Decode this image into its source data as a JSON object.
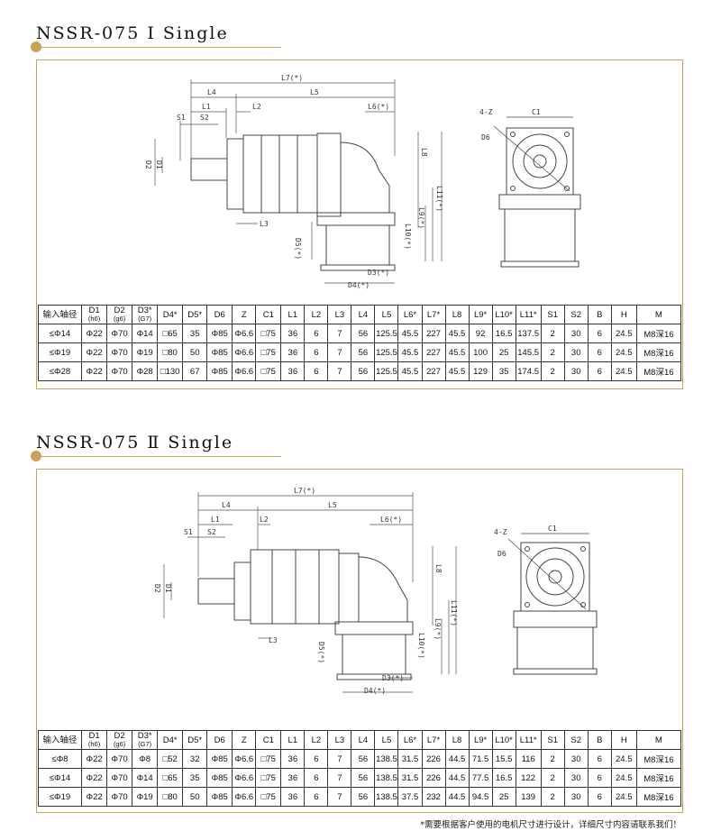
{
  "sections": [
    {
      "title": "NSSR-075 Ⅰ Single",
      "dims": {
        "L7": "L7(*)",
        "L4": "L4",
        "L5": "L5",
        "L1": "L1",
        "L2": "L2",
        "L6": "L6(*)",
        "S1": "S1",
        "S2": "S2",
        "L8": "L8",
        "L11": "L11(*)",
        "L9": "L9(*)",
        "L10": "L10(*)",
        "L3": "L3",
        "D1": "D1",
        "D2": "D2",
        "D5": "D5(*)",
        "D3": "D3(*)",
        "D4": "D4(*)",
        "C1": "C1",
        "Z": "4-Z",
        "D6": "D6"
      },
      "headers": [
        {
          "t": "输入轴径",
          "s": ""
        },
        {
          "t": "D1",
          "s": "(h6)"
        },
        {
          "t": "D2",
          "s": "(g6)"
        },
        {
          "t": "D3*",
          "s": "(G7)"
        },
        {
          "t": "D4*",
          "s": ""
        },
        {
          "t": "D5*",
          "s": ""
        },
        {
          "t": "D6",
          "s": ""
        },
        {
          "t": "Z",
          "s": ""
        },
        {
          "t": "C1",
          "s": ""
        },
        {
          "t": "L1",
          "s": ""
        },
        {
          "t": "L2",
          "s": ""
        },
        {
          "t": "L3",
          "s": ""
        },
        {
          "t": "L4",
          "s": ""
        },
        {
          "t": "L5",
          "s": ""
        },
        {
          "t": "L6*",
          "s": ""
        },
        {
          "t": "L7*",
          "s": ""
        },
        {
          "t": "L8",
          "s": ""
        },
        {
          "t": "L9*",
          "s": ""
        },
        {
          "t": "L10*",
          "s": ""
        },
        {
          "t": "L11*",
          "s": ""
        },
        {
          "t": "S1",
          "s": ""
        },
        {
          "t": "S2",
          "s": ""
        },
        {
          "t": "B",
          "s": ""
        },
        {
          "t": "H",
          "s": ""
        },
        {
          "t": "M",
          "s": ""
        }
      ],
      "rows": [
        [
          "≤Φ14",
          "Φ22",
          "Φ70",
          "Φ14",
          "□65",
          "35",
          "Φ85",
          "Φ6.6",
          "□75",
          "36",
          "6",
          "7",
          "56",
          "125.5",
          "45.5",
          "227",
          "45.5",
          "92",
          "16.5",
          "137.5",
          "2",
          "30",
          "6",
          "24.5",
          "M8深16"
        ],
        [
          "≤Φ19",
          "Φ22",
          "Φ70",
          "Φ19",
          "□80",
          "50",
          "Φ85",
          "Φ6.6",
          "□75",
          "36",
          "6",
          "7",
          "56",
          "125.5",
          "45.5",
          "227",
          "45.5",
          "100",
          "25",
          "145.5",
          "2",
          "30",
          "6",
          "24.5",
          "M8深16"
        ],
        [
          "≤Φ28",
          "Φ22",
          "Φ70",
          "Φ28",
          "□130",
          "67",
          "Φ85",
          "Φ6.6",
          "□75",
          "36",
          "6",
          "7",
          "56",
          "125.5",
          "45.5",
          "227",
          "45.5",
          "129",
          "35",
          "174.5",
          "2",
          "30",
          "6",
          "24.5",
          "M8深16"
        ]
      ]
    },
    {
      "title": "NSSR-075 Ⅱ Single",
      "dims": {
        "L7": "L7(*)",
        "L4": "L4",
        "L5": "L5",
        "L1": "L1",
        "L2": "L2",
        "L6": "L6(*)",
        "S1": "S1",
        "S2": "S2",
        "L8": "L8",
        "L11": "L11(*)",
        "L9": "L9(*)",
        "L10": "L10(*)",
        "L3": "L3",
        "D1": "D1",
        "D2": "D2",
        "D5": "D5(*)",
        "D3": "D3(*)",
        "D4": "D4(*)",
        "C1": "C1",
        "Z": "4-Z",
        "D6": "D6"
      },
      "headers": [
        {
          "t": "输入轴径",
          "s": ""
        },
        {
          "t": "D1",
          "s": "(h6)"
        },
        {
          "t": "D2",
          "s": "(g6)"
        },
        {
          "t": "D3*",
          "s": "(G7)"
        },
        {
          "t": "D4*",
          "s": ""
        },
        {
          "t": "D5*",
          "s": ""
        },
        {
          "t": "D6",
          "s": ""
        },
        {
          "t": "Z",
          "s": ""
        },
        {
          "t": "C1",
          "s": ""
        },
        {
          "t": "L1",
          "s": ""
        },
        {
          "t": "L2",
          "s": ""
        },
        {
          "t": "L3",
          "s": ""
        },
        {
          "t": "L4",
          "s": ""
        },
        {
          "t": "L5",
          "s": ""
        },
        {
          "t": "L6*",
          "s": ""
        },
        {
          "t": "L7*",
          "s": ""
        },
        {
          "t": "L8",
          "s": ""
        },
        {
          "t": "L9*",
          "s": ""
        },
        {
          "t": "L10*",
          "s": ""
        },
        {
          "t": "L11*",
          "s": ""
        },
        {
          "t": "S1",
          "s": ""
        },
        {
          "t": "S2",
          "s": ""
        },
        {
          "t": "B",
          "s": ""
        },
        {
          "t": "H",
          "s": ""
        },
        {
          "t": "M",
          "s": ""
        }
      ],
      "rows": [
        [
          "≤Φ8",
          "Φ22",
          "Φ70",
          "Φ8",
          "□52",
          "32",
          "Φ85",
          "Φ6.6",
          "□75",
          "36",
          "6",
          "7",
          "56",
          "138.5",
          "31.5",
          "226",
          "44.5",
          "71.5",
          "15.5",
          "116",
          "2",
          "30",
          "6",
          "24.5",
          "M8深16"
        ],
        [
          "≤Φ14",
          "Φ22",
          "Φ70",
          "Φ14",
          "□65",
          "35",
          "Φ85",
          "Φ6.6",
          "□75",
          "36",
          "6",
          "7",
          "56",
          "138.5",
          "31.5",
          "226",
          "44.5",
          "77.5",
          "16.5",
          "122",
          "2",
          "30",
          "6",
          "24.5",
          "M8深16"
        ],
        [
          "≤Φ19",
          "Φ22",
          "Φ70",
          "Φ19",
          "□80",
          "50",
          "Φ85",
          "Φ6.6",
          "□75",
          "36",
          "6",
          "7",
          "56",
          "138.5",
          "37.5",
          "232",
          "44.5",
          "94.5",
          "25",
          "139",
          "2",
          "30",
          "6",
          "24.5",
          "M8深16"
        ]
      ]
    }
  ],
  "footnote": "*需要根据客户使用的电机尺寸进行设计，详细尺寸内容请联系我们！",
  "accent_color": "#c9a259"
}
